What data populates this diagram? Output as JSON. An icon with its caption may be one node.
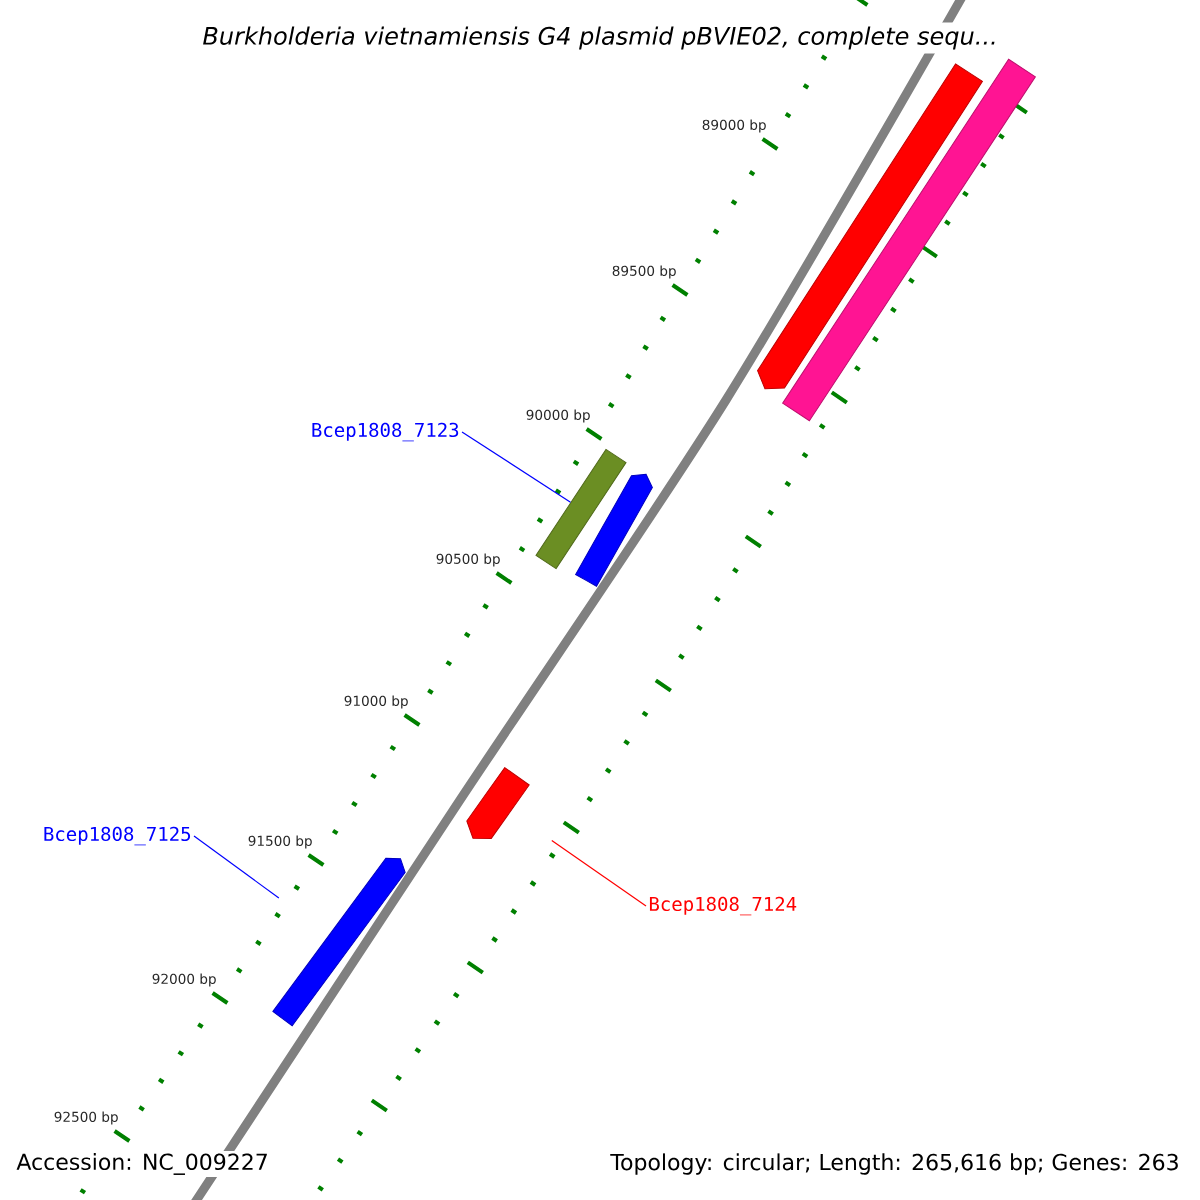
{
  "diagram": {
    "title": "Burkholderia vietnamiensis G4 plasmid pBVIE02, complete sequ...",
    "nodes": [
      {
        "text": [],
        "shape": "bar"
      },
      {
        "text": [],
        "shape": "bar"
      },
      {
        "text": [
          "Bcep1808_7123"
        ]
      },
      {
        "text": [],
        "shape": "bar"
      },
      {
        "text": [],
        "shape": "bar"
      },
      {
        "text": [
          "Bcep1808_7124"
        ]
      },
      {
        "text": [],
        "shape": "bar"
      },
      {
        "text": [
          "Bcep1808_7125"
        ]
      },
      {
        "text": [],
        "shape": "bar"
      }
    ],
    "edges": [
      {
        "from": 2,
        "to": 3,
        "arrow": "none"
      },
      {
        "from": 5,
        "to": 6,
        "arrow": "none",
        "color": "#ff0000"
      },
      {
        "from": 7,
        "to": 8,
        "arrow": "none"
      }
    ],
    "labels": [
      "89000 bp",
      "89500 bp",
      "90000 bp",
      "90500 bp",
      "91000 bp",
      "91500 bp",
      "92000 bp",
      "92500 bp",
      "Accession: NC_009227",
      "Topology: circular; Length: 265,616 bp; Genes: 263"
    ]
  }
}
